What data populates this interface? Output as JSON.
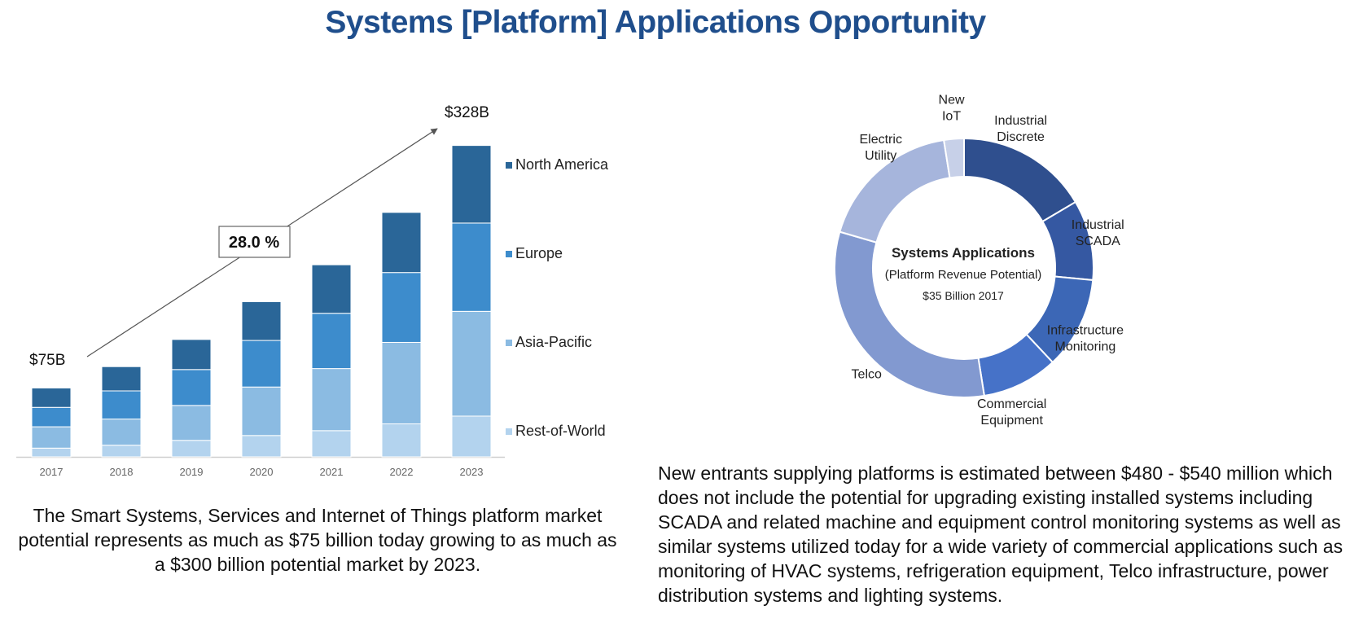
{
  "page": {
    "title": "Systems [Platform] Applications Opportunity",
    "left_caption": "The Smart Systems, Services and Internet of Things platform market potential represents as much as $75 billion today growing to as much as a $300 billion potential market by 2023.",
    "right_caption": "New entrants supplying platforms is estimated between $480 - $540 million which does not include the potential for upgrading existing installed systems including SCADA and related machine and equipment control monitoring systems as well as similar systems utilized today for a wide variety of commercial applications such as monitoring of HVAC systems, refrigeration equipment, Telco infrastructure, power distribution systems and lighting systems."
  },
  "chart_data": [
    {
      "type": "bar",
      "stacked": true,
      "categories": [
        "2017",
        "2018",
        "2019",
        "2020",
        "2021",
        "2022",
        "2023"
      ],
      "series": [
        {
          "name": "Rest-of-World",
          "color": "#b3d3ee",
          "values": [
            9,
            12,
            17,
            22,
            27,
            34,
            42
          ]
        },
        {
          "name": "Europe",
          "color": "#3d8ccc",
          "values": [
            20,
            29,
            37,
            48,
            57,
            72,
            91
          ]
        },
        {
          "name": "Asia-Pacific",
          "color": "#8bbbe2",
          "values": [
            22,
            27,
            36,
            50,
            64,
            84,
            108
          ]
        },
        {
          "name": "North America",
          "color": "#2a6698",
          "values": [
            20,
            25,
            31,
            40,
            50,
            62,
            80
          ]
        }
      ],
      "stack_order_bottom_to_top": [
        "Rest-of-World",
        "Asia-Pacific",
        "Europe",
        "North America"
      ],
      "legend_order_top_to_bottom": [
        "North America",
        "Europe",
        "Asia-Pacific",
        "Rest-of-World"
      ],
      "totals": [
        71,
        93,
        121,
        160,
        198,
        252,
        321
      ],
      "annotations": {
        "start_label": "$75B",
        "end_label": "$328B",
        "growth_label": "28.0 %"
      },
      "ylim": [
        0,
        340
      ],
      "legend": "right",
      "grid": false
    },
    {
      "type": "pie",
      "style": "donut",
      "center_title": "Systems Applications",
      "center_subtitle": "(Platform Revenue Potential)",
      "center_value": "$35 Billion 2017",
      "slices": [
        {
          "label_lines": [
            "Industrial",
            "Discrete"
          ],
          "value": 16.5,
          "color": "#2f4f8e"
        },
        {
          "label_lines": [
            "Industrial",
            "SCADA"
          ],
          "value": 10.0,
          "color": "#3558a2"
        },
        {
          "label_lines": [
            "Infrastructure",
            "Monitoring"
          ],
          "value": 11.5,
          "color": "#3c67b6"
        },
        {
          "label_lines": [
            "Commercial",
            "Equipment"
          ],
          "value": 9.5,
          "color": "#4672c8"
        },
        {
          "label_lines": [
            "Telco"
          ],
          "value": 32.0,
          "color": "#8299d0"
        },
        {
          "label_lines": [
            "Electric",
            "Utility"
          ],
          "value": 18.0,
          "color": "#a6b5dc"
        },
        {
          "label_lines": [
            "New",
            "IoT"
          ],
          "value": 2.5,
          "color": "#c7d0e8"
        }
      ]
    }
  ]
}
